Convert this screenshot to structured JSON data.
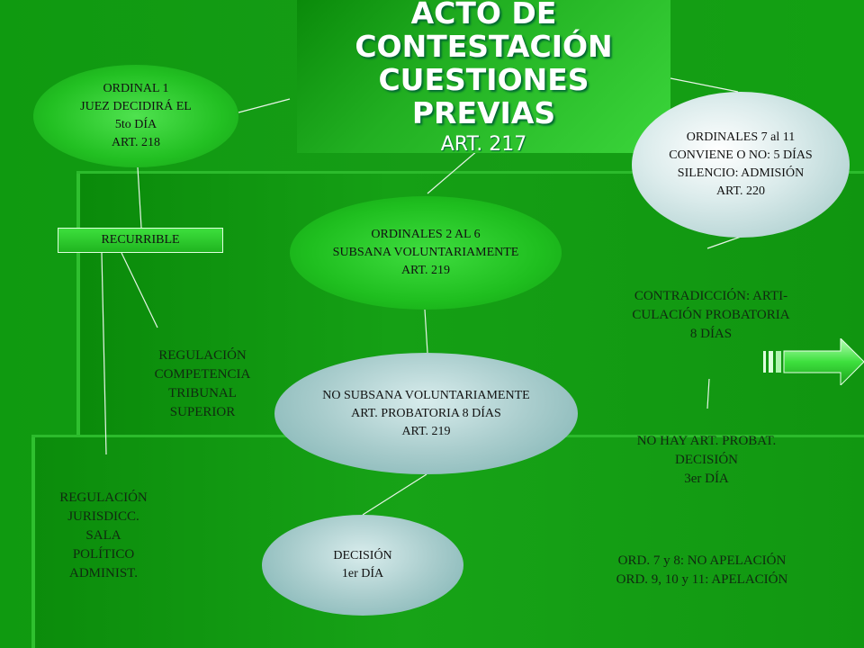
{
  "title": {
    "main": "ACTO DE\nCONTESTACIÓN\nCUESTIONES\nPREVIAS",
    "article": "ART. 217"
  },
  "nodes": {
    "ordinal1": "ORDINAL 1\nJUEZ DECIDIRÁ  EL\n5to DÍA\nART. 218",
    "ordinales_2_6": "ORDINALES 2 AL 6\nSUBSANA VOLUNTARIAMENTE\nART. 219",
    "ordinales_7_11": "ORDINALES 7 al 11\nCONVIENE O NO: 5 DÍAS\nSILENCIO: ADMISIÓN\nART. 220",
    "recurrible": "RECURRIBLE",
    "no_subsana": "NO SUBSANA VOLUNTARIAMENTE\nART. PROBATORIA 8 DÍAS\nART. 219",
    "decision_1er": "DECISIÓN\n1er DÍA",
    "regulacion_competencia": "REGULACIÓN\nCOMPETENCIA\nTRIBUNAL\nSUPERIOR",
    "regulacion_jurisdicc": "REGULACIÓN\nJURISDICC.\nSALA\nPOLÍTICO\nADMINIST.",
    "contradiccion": "CONTRADICCIÓN: ARTI-\nCULACIÓN PROBATORIA\n8 DÍAS",
    "no_hay_art": "NO HAY ART. PROBAT.\nDECISIÓN\n3er DÍA",
    "apelacion": "ORD. 7 y 8: NO APELACIÓN\nORD. 9, 10 y 11: APELACIÓN"
  },
  "colors": {
    "background": "#139a13",
    "title_text": "#ffffff",
    "oval_green": "#22c022",
    "oval_teal": "#a8cccc"
  },
  "icons": {
    "next_arrow": "next-arrow-icon"
  }
}
